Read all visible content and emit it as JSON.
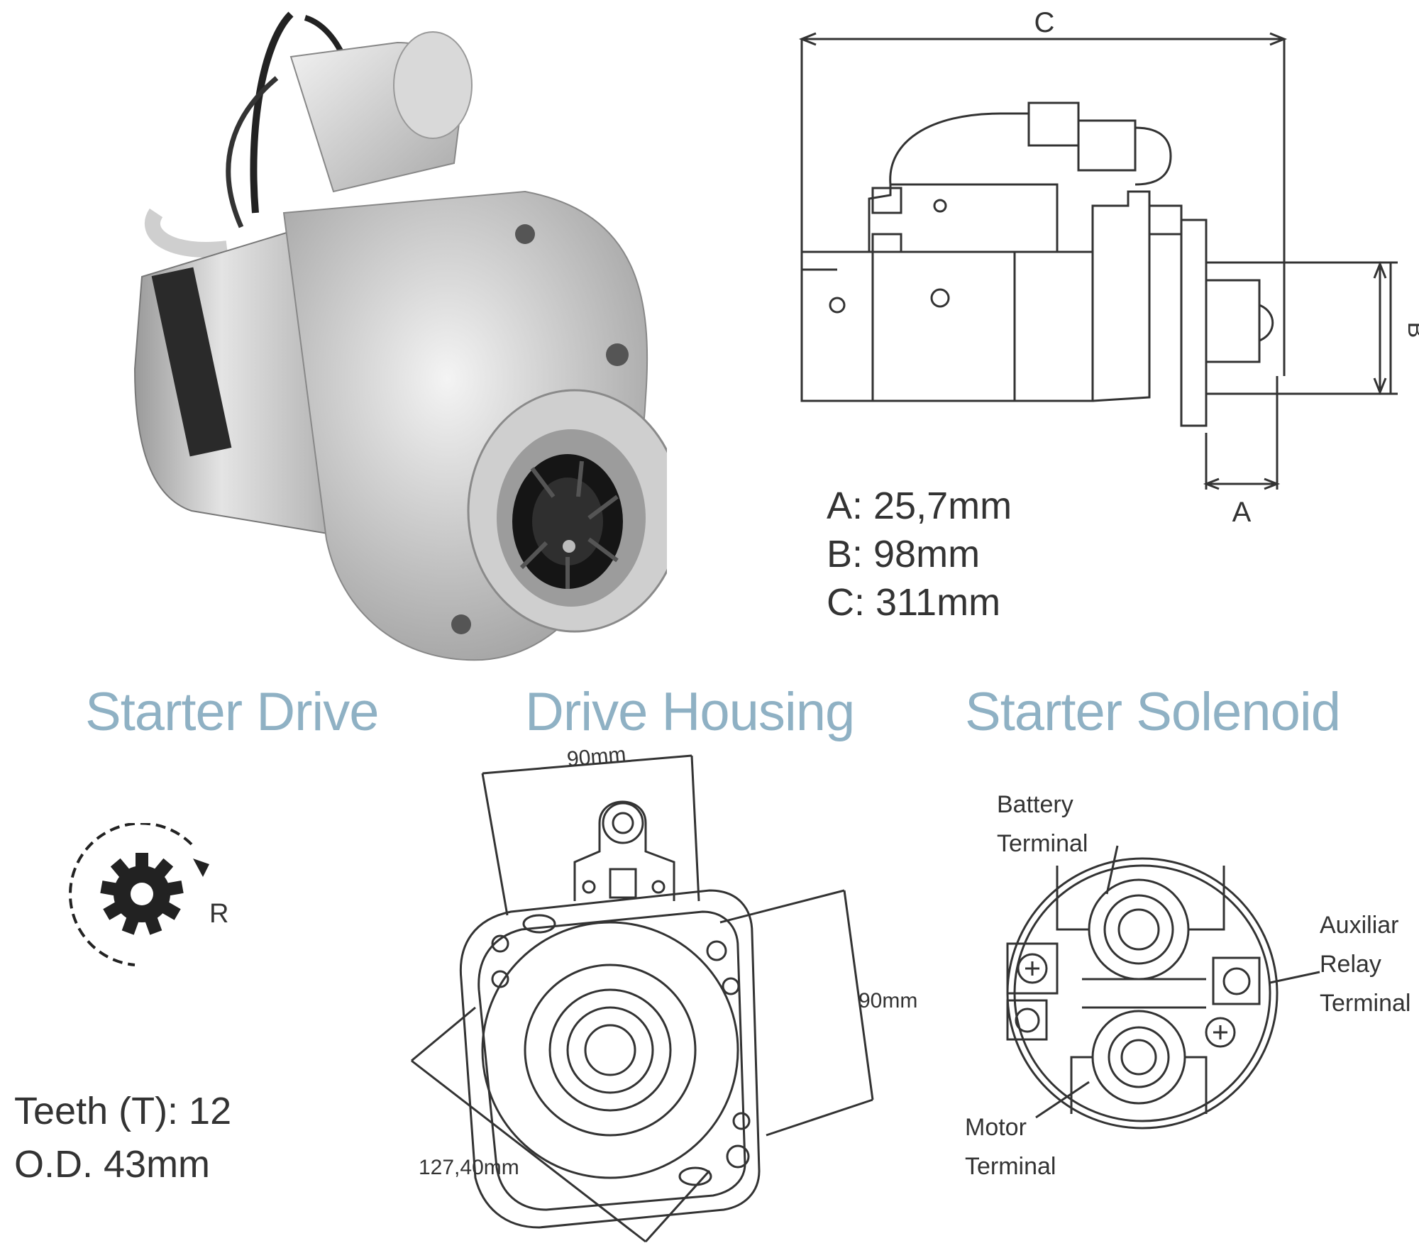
{
  "sections": {
    "starter_drive": "Starter Drive",
    "drive_housing": "Drive Housing",
    "starter_solenoid": "Starter Solenoid"
  },
  "dimensions": {
    "letter_a": "A",
    "letter_b": "B",
    "letter_c": "C",
    "a": "A: 25,7mm",
    "b": "B: 98mm",
    "c": "C: 311mm"
  },
  "drive": {
    "rotation": "R",
    "teeth": "Teeth (T):  12",
    "od": "O.D. 43mm"
  },
  "housing": {
    "top_dim": "90mm",
    "side_dim": "90mm",
    "diag_dim": "127,40mm"
  },
  "solenoid": {
    "battery_line1": "Battery",
    "battery_line2": "Terminal",
    "aux_line1": "Auxiliar",
    "aux_line2": "Relay",
    "aux_line3": "Terminal",
    "motor_line1": "Motor",
    "motor_line2": "Terminal"
  },
  "colors": {
    "heading": "#8fb1c4",
    "line": "#333333"
  }
}
